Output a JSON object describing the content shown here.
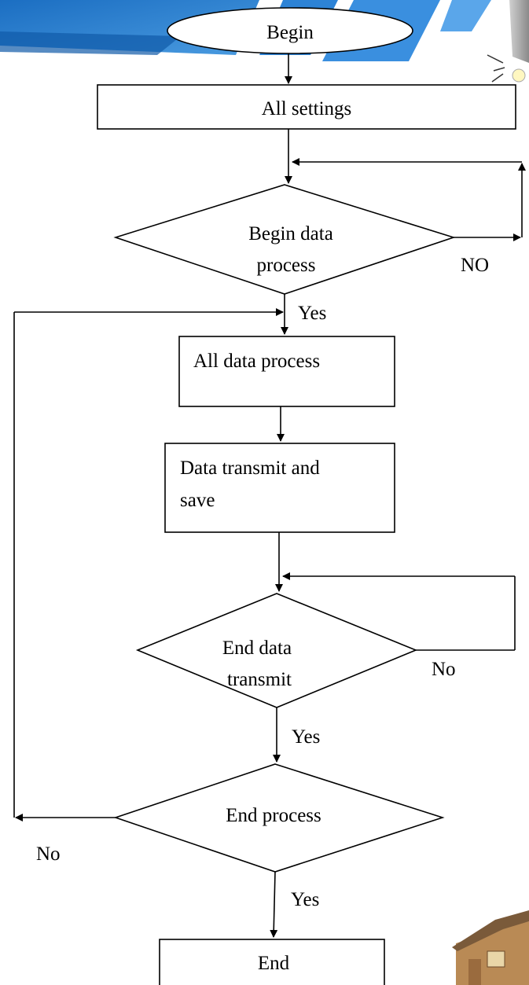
{
  "flowchart": {
    "begin": "Begin",
    "all_settings": "All settings",
    "decision_begin_line1": "Begin data",
    "decision_begin_line2": "process",
    "no_upper": "NO",
    "yes_1": "Yes",
    "all_data_process": "All data process",
    "transmit_line1": "Data transmit and",
    "transmit_line2": "save",
    "decision_end_transmit_line1": "End data",
    "decision_end_transmit_line2": "transmit",
    "no_middle": "No",
    "yes_2": "Yes",
    "decision_end_process": "End process",
    "no_lower": "No",
    "yes_3": "Yes",
    "end": "End"
  },
  "decor": {
    "banner_icon": "blue-banner-graphic",
    "lamp_icon": "lamp-graphic",
    "house_icon": "house-graphic"
  }
}
